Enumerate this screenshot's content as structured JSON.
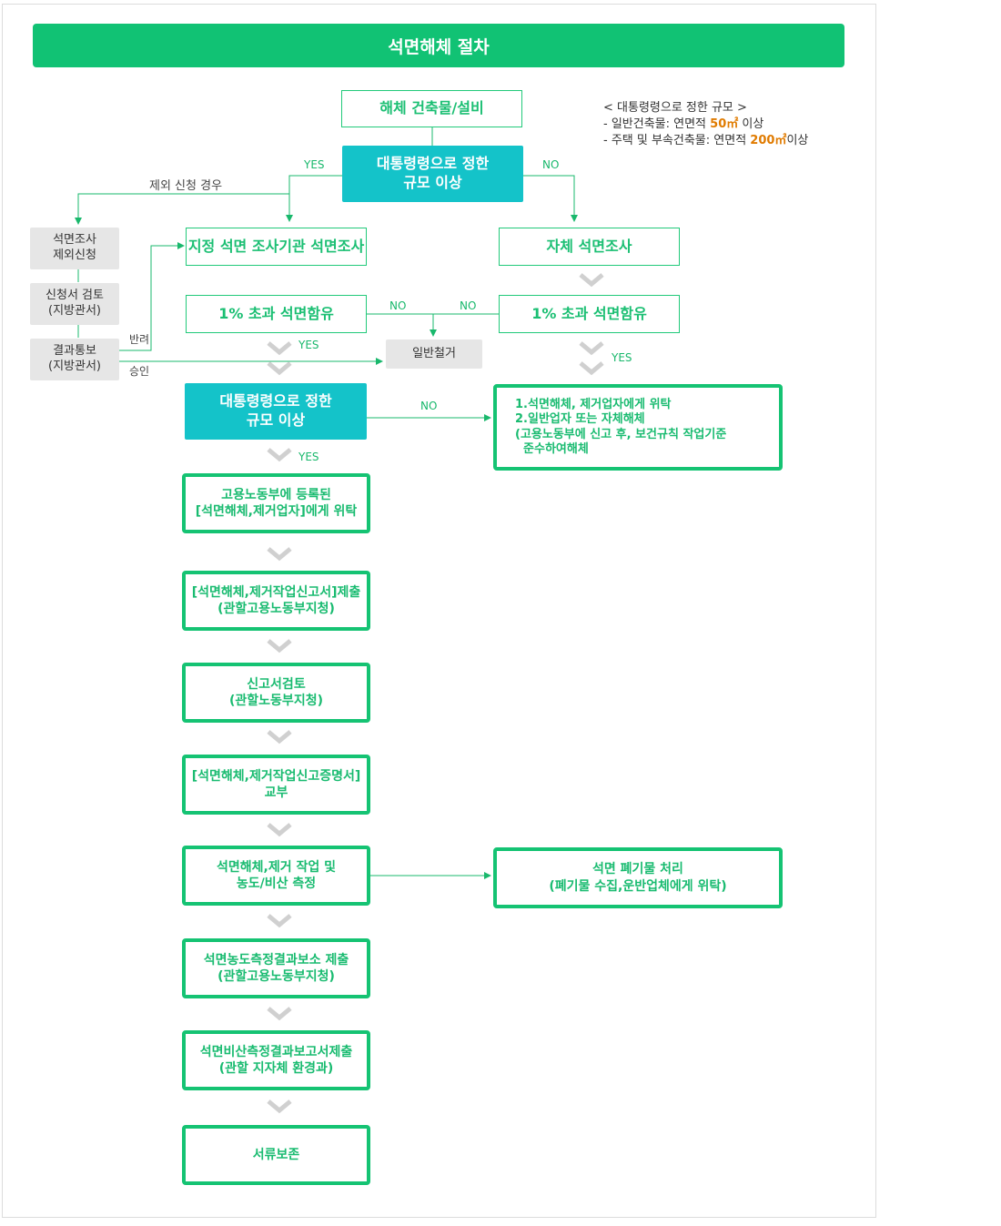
{
  "title": "석면해체 절차",
  "nodes": {
    "start": "해체 건축물/설비",
    "decision1": [
      "대통령령으로 정한",
      "규모 이상"
    ],
    "designated_survey": "지정 석면 조사기관 석면조사",
    "self_survey": "자체 석면조사",
    "over1_left": "1% 초과 석면함유",
    "over1_right": "1% 초과 석면함유",
    "general_demolition": "일반철거",
    "exemption_apply": [
      "석면조사",
      "제외신청"
    ],
    "application_review": [
      "신청서 검토",
      "(지방관서)"
    ],
    "result_notice": [
      "결과통보",
      "(지방관서)"
    ],
    "decision2": [
      "대통령령으로 정한",
      "규모 이상"
    ],
    "small_scale_box": [
      "1.석면해체, 제거업자에게 위탁",
      "2.일반업자 또는 자체해체",
      "(고용노동부에 신고 후, 보건규칙 작업기준",
      "  준수하여해체"
    ],
    "step1": [
      "고용노동부에 등록된",
      "[석면해체,제거업자]에게 위탁"
    ],
    "step2": [
      "[석면해체,제거작업신고서]제출",
      "(관할고용노동부지청)"
    ],
    "step3": [
      "신고서검토",
      "(관할노동부지청)"
    ],
    "step4": [
      "[석면해체,제거작업신고증명서]",
      "교부"
    ],
    "step5": [
      "석면해체,제거 작업 및",
      "농도/비산 측정"
    ],
    "waste": [
      "석면 폐기물 처리",
      "(폐기물 수집,운반업체에게 위탁)"
    ],
    "step6": [
      "석면농도측정결과보소 제출",
      "(관할고용노동부지청)"
    ],
    "step7": [
      "석면비산측정결과보고서제출",
      "(관할 지자체 환경과)"
    ],
    "step8": "서류보존"
  },
  "labels": {
    "yes": "YES",
    "no": "NO",
    "exemption_case": "제외 신청 경우",
    "returned": "반려",
    "approved": "승인"
  },
  "note": {
    "heading": "< 대통령령으로 정한 규모 >",
    "line1_prefix": "- 일반건축물: 연면적 ",
    "line1_value": "50㎡",
    "line1_suffix": " 이상",
    "line2_prefix": "- 주택 및 부속건축물: 연면적 ",
    "line2_value": "200㎡",
    "line2_suffix": "이상"
  }
}
